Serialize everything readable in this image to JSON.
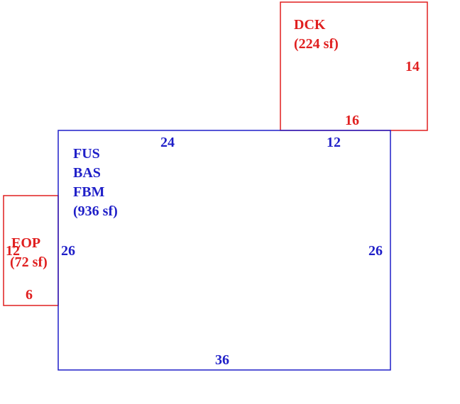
{
  "colors": {
    "main": "#1f1fc8",
    "annex": "#e01f1f",
    "background": "#ffffff"
  },
  "areas": {
    "main": {
      "codes": [
        "FUS",
        "BAS",
        "FBM"
      ],
      "area": "(936 sf)"
    },
    "deck": {
      "code": "DCK",
      "area": "(224 sf)"
    },
    "porch": {
      "code": "EOP",
      "area": "(72 sf)"
    }
  },
  "dimensions": {
    "main_top_left": "24",
    "main_top_right": "12",
    "main_left": "26",
    "main_right": "26",
    "main_bottom": "36",
    "deck_right": "14",
    "deck_bottom": "16",
    "porch_left": "12",
    "porch_bottom": "6"
  }
}
